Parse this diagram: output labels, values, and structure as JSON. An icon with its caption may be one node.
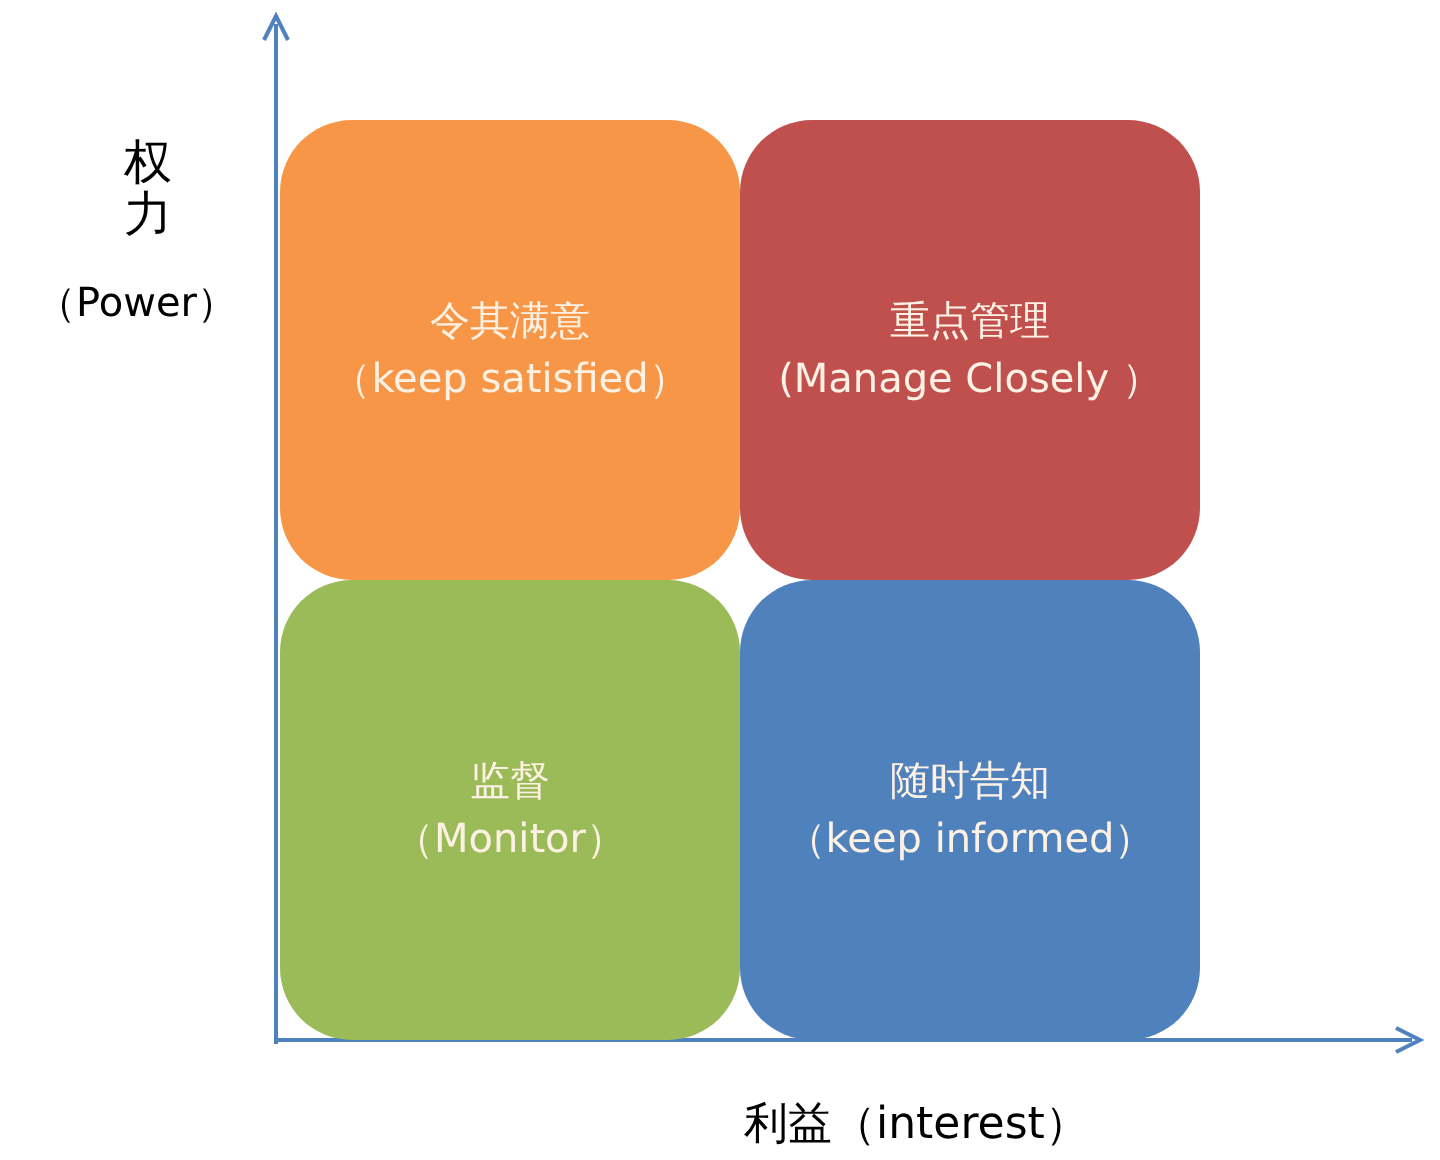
{
  "diagram": {
    "nodes": [
      {
        "text": [
          "令其满意",
          "（keep satisfied）"
        ]
      },
      {
        "text": [
          "重点管理",
          "(Manage Closely ）"
        ]
      },
      {
        "text": [
          "监督",
          "（Monitor）"
        ]
      },
      {
        "text": [
          "随时告知",
          "（keep informed）"
        ]
      }
    ],
    "edges": [],
    "labels": [
      "权力",
      "（Power）",
      "利益（interest）"
    ]
  }
}
